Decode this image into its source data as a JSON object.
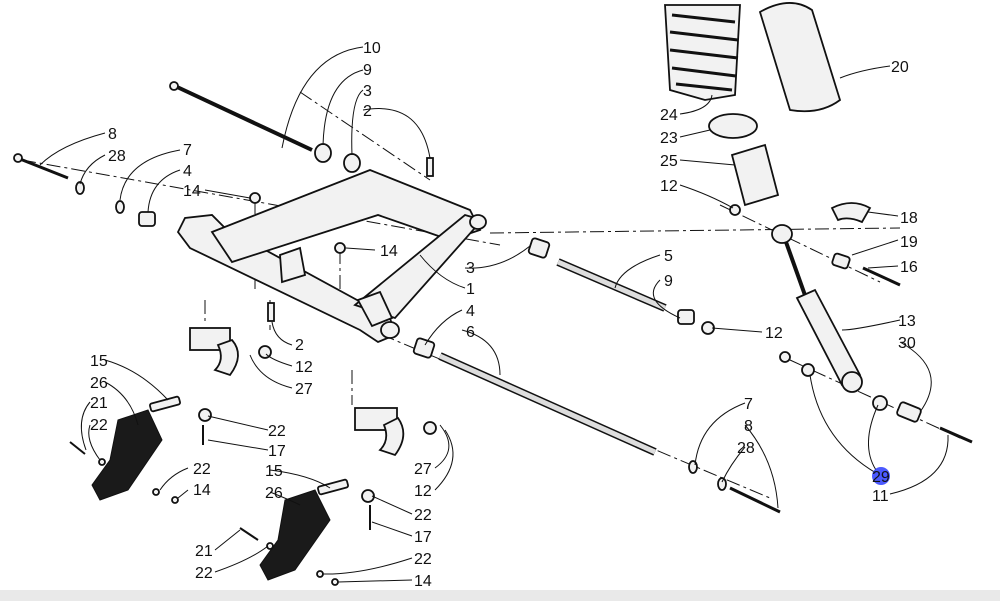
{
  "diagram": {
    "highlighted_label": "29",
    "labels": [
      {
        "id": "l10a",
        "text": "10"
      },
      {
        "id": "l9a",
        "text": "9"
      },
      {
        "id": "l3a",
        "text": "3"
      },
      {
        "id": "l2a",
        "text": "2"
      },
      {
        "id": "l8a",
        "text": "8"
      },
      {
        "id": "l28a",
        "text": "28"
      },
      {
        "id": "l7a",
        "text": "7"
      },
      {
        "id": "l4a",
        "text": "4"
      },
      {
        "id": "l14a",
        "text": "14"
      },
      {
        "id": "l14b",
        "text": "14"
      },
      {
        "id": "l3b",
        "text": "3"
      },
      {
        "id": "l1",
        "text": "1"
      },
      {
        "id": "l5",
        "text": "5"
      },
      {
        "id": "l9b",
        "text": "9"
      },
      {
        "id": "l2b",
        "text": "2"
      },
      {
        "id": "l12a",
        "text": "12"
      },
      {
        "id": "l27a",
        "text": "27"
      },
      {
        "id": "l4b",
        "text": "4"
      },
      {
        "id": "l6",
        "text": "6"
      },
      {
        "id": "l12b",
        "text": "12"
      },
      {
        "id": "l15a",
        "text": "15"
      },
      {
        "id": "l26a",
        "text": "26"
      },
      {
        "id": "l21a",
        "text": "21"
      },
      {
        "id": "l22a",
        "text": "22"
      },
      {
        "id": "l22b",
        "text": "22"
      },
      {
        "id": "l17a",
        "text": "17"
      },
      {
        "id": "l22c",
        "text": "22"
      },
      {
        "id": "l14c",
        "text": "14"
      },
      {
        "id": "l15b",
        "text": "15"
      },
      {
        "id": "l26b",
        "text": "26"
      },
      {
        "id": "l27b",
        "text": "27"
      },
      {
        "id": "l12c",
        "text": "12"
      },
      {
        "id": "l22d",
        "text": "22"
      },
      {
        "id": "l17b",
        "text": "17"
      },
      {
        "id": "l21b",
        "text": "21"
      },
      {
        "id": "l22e",
        "text": "22"
      },
      {
        "id": "l22f",
        "text": "22"
      },
      {
        "id": "l14d",
        "text": "14"
      },
      {
        "id": "l7b",
        "text": "7"
      },
      {
        "id": "l8b",
        "text": "8"
      },
      {
        "id": "l28b",
        "text": "28"
      },
      {
        "id": "l24",
        "text": "24"
      },
      {
        "id": "l23",
        "text": "23"
      },
      {
        "id": "l25",
        "text": "25"
      },
      {
        "id": "l12d",
        "text": "12"
      },
      {
        "id": "l20",
        "text": "20"
      },
      {
        "id": "l18",
        "text": "18"
      },
      {
        "id": "l19",
        "text": "19"
      },
      {
        "id": "l16",
        "text": "16"
      },
      {
        "id": "l13",
        "text": "13"
      },
      {
        "id": "l30",
        "text": "30"
      },
      {
        "id": "l29",
        "text": "29"
      },
      {
        "id": "l11",
        "text": "11"
      }
    ]
  }
}
